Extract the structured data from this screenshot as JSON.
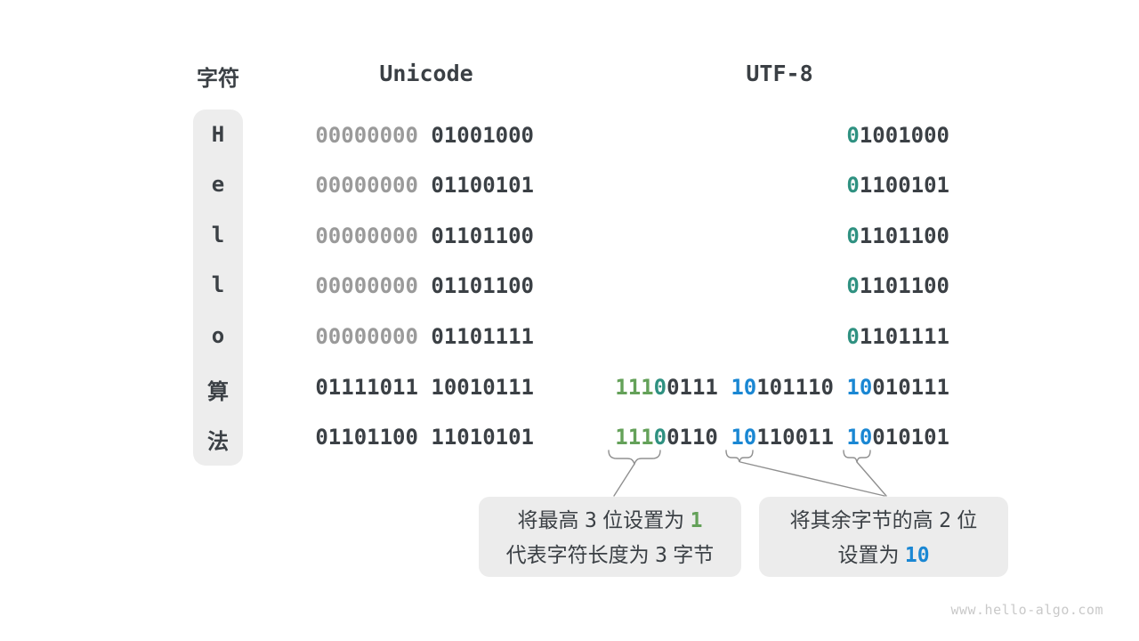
{
  "header": {
    "char_label": "字符",
    "unicode_label": "Unicode",
    "utf8_label": "UTF-8"
  },
  "rows": [
    {
      "char": "H",
      "cjk": false,
      "unicode": [
        {
          "t": "00000000",
          "c": "grey"
        },
        {
          "t": " 01001000",
          "c": "dark"
        }
      ],
      "utf8": [
        {
          "t": "0",
          "c": "teal"
        },
        {
          "t": "1001000",
          "c": "dark"
        }
      ]
    },
    {
      "char": "e",
      "cjk": false,
      "unicode": [
        {
          "t": "00000000",
          "c": "grey"
        },
        {
          "t": " 01100101",
          "c": "dark"
        }
      ],
      "utf8": [
        {
          "t": "0",
          "c": "teal"
        },
        {
          "t": "1100101",
          "c": "dark"
        }
      ]
    },
    {
      "char": "l",
      "cjk": false,
      "unicode": [
        {
          "t": "00000000",
          "c": "grey"
        },
        {
          "t": " 01101100",
          "c": "dark"
        }
      ],
      "utf8": [
        {
          "t": "0",
          "c": "teal"
        },
        {
          "t": "1101100",
          "c": "dark"
        }
      ]
    },
    {
      "char": "l",
      "cjk": false,
      "unicode": [
        {
          "t": "00000000",
          "c": "grey"
        },
        {
          "t": " 01101100",
          "c": "dark"
        }
      ],
      "utf8": [
        {
          "t": "0",
          "c": "teal"
        },
        {
          "t": "1101100",
          "c": "dark"
        }
      ]
    },
    {
      "char": "o",
      "cjk": false,
      "unicode": [
        {
          "t": "00000000",
          "c": "grey"
        },
        {
          "t": " 01101111",
          "c": "dark"
        }
      ],
      "utf8": [
        {
          "t": "0",
          "c": "teal"
        },
        {
          "t": "1101111",
          "c": "dark"
        }
      ]
    },
    {
      "char": "算",
      "cjk": true,
      "unicode": [
        {
          "t": "01111011 10010111",
          "c": "dark"
        }
      ],
      "utf8": [
        {
          "t": "111",
          "c": "green"
        },
        {
          "t": "0",
          "c": "teal"
        },
        {
          "t": "0111 ",
          "c": "dark"
        },
        {
          "t": "10",
          "c": "blue"
        },
        {
          "t": "101110 ",
          "c": "dark"
        },
        {
          "t": "10",
          "c": "blue"
        },
        {
          "t": "010111",
          "c": "dark"
        }
      ]
    },
    {
      "char": "法",
      "cjk": true,
      "unicode": [
        {
          "t": "01101100 11010101",
          "c": "dark"
        }
      ],
      "utf8": [
        {
          "t": "111",
          "c": "green"
        },
        {
          "t": "0",
          "c": "teal"
        },
        {
          "t": "0110 ",
          "c": "dark"
        },
        {
          "t": "10",
          "c": "blue"
        },
        {
          "t": "110011 ",
          "c": "dark"
        },
        {
          "t": "10",
          "c": "blue"
        },
        {
          "t": "010101",
          "c": "dark"
        }
      ]
    }
  ],
  "callouts": {
    "left": {
      "line1": [
        {
          "t": "将最高 ",
          "c": "dark"
        },
        {
          "t": "3",
          "c": "num"
        },
        {
          "t": " 位设置为 ",
          "c": "dark"
        },
        {
          "t": "1",
          "c": "green"
        }
      ],
      "line2": [
        {
          "t": "代表字符长度为 ",
          "c": "dark"
        },
        {
          "t": "3",
          "c": "num"
        },
        {
          "t": " 字节",
          "c": "dark"
        }
      ]
    },
    "right": {
      "line1": [
        {
          "t": "将其余字节的高 ",
          "c": "dark"
        },
        {
          "t": "2",
          "c": "num"
        },
        {
          "t": " 位",
          "c": "dark"
        }
      ],
      "line2": [
        {
          "t": "设置为 ",
          "c": "dark"
        },
        {
          "t": "10",
          "c": "blue"
        }
      ]
    }
  },
  "footer": {
    "watermark": "www.hello-algo.com"
  },
  "colors": {
    "dark": "#3b4045",
    "grey_zeros": "#9a9a9a",
    "teal_leading_zero": "#2f9181",
    "green_prefix": "#64a159",
    "blue_prefix": "#1a87d3",
    "box_bg": "#ececec",
    "char_column_bg": "#ededed",
    "connector": "#909090"
  }
}
